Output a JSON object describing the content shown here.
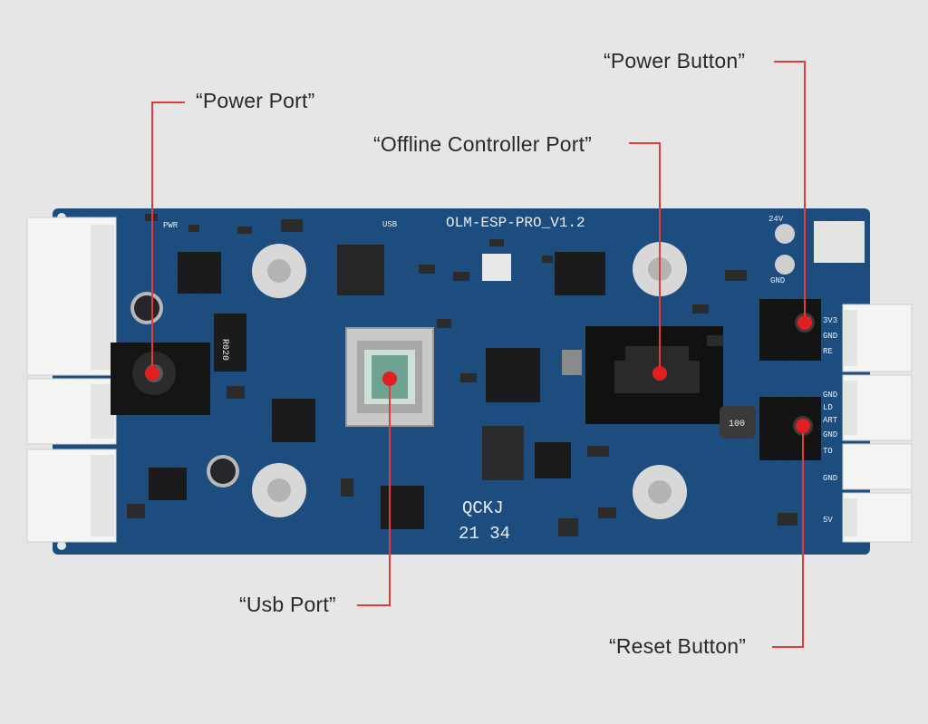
{
  "labels": {
    "power_port": "“Power Port”",
    "offline_controller_port": "“Offline Controller Port”",
    "power_button": "“Power Button”",
    "usb_port": "“Usb Port”",
    "reset_button": "“Reset Button”"
  },
  "board": {
    "model": "OLM-ESP-PRO_V1.2",
    "maker_line1": "QCKJ",
    "maker_line2": "21 34",
    "silk_pwr": "PWR",
    "silk_usb": "USB",
    "silk_24v": "24V",
    "silk_gnd": "GND",
    "silk_r020": "R020",
    "silk_100": "100",
    "right_pins": [
      "3V3",
      "GND",
      "RE",
      "GND",
      "LD",
      "ART",
      "GND",
      "TO",
      "GND",
      "5V"
    ]
  },
  "colors": {
    "background": "#e6e6e6",
    "pcb": "#1d4d7e",
    "pcb_dark": "#163e68",
    "connector": "#f4f4f2",
    "callout_line": "#e23b3b",
    "marker": "#e02020",
    "label_text": "#2a2a2a"
  }
}
